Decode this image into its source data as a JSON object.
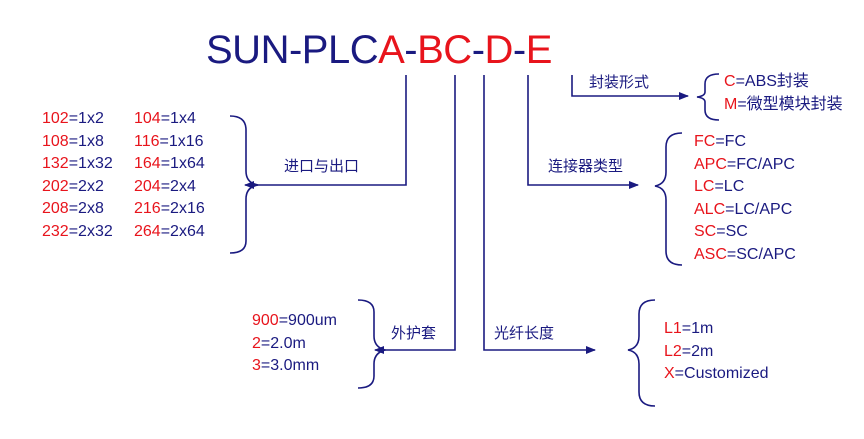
{
  "title": {
    "prefix": "SUN-PLC",
    "A": "A",
    "B": "BC",
    "C": "D",
    "D": "E",
    "dash": "-"
  },
  "labels": {
    "ports": "进口与出口",
    "jacket": "外护套",
    "package": "封装形式",
    "connector": "连接器类型",
    "length": "光纤长度"
  },
  "ports": [
    [
      {
        "code": "102",
        "val": "=1x2"
      },
      {
        "code": "104",
        "val": "=1x4"
      }
    ],
    [
      {
        "code": "108",
        "val": "=1x8"
      },
      {
        "code": "116",
        "val": "=1x16"
      }
    ],
    [
      {
        "code": "132",
        "val": "=1x32"
      },
      {
        "code": "164",
        "val": "=1x64"
      }
    ],
    [
      {
        "code": "202",
        "val": "=2x2"
      },
      {
        "code": "204",
        "val": "=2x4"
      }
    ],
    [
      {
        "code": "208",
        "val": "=2x8"
      },
      {
        "code": "216",
        "val": "=2x16"
      }
    ],
    [
      {
        "code": "232",
        "val": "=2x32"
      },
      {
        "code": "264",
        "val": "=2x64"
      }
    ]
  ],
  "jacket": [
    {
      "code": "900",
      "val": "=900um"
    },
    {
      "code": "2",
      "val": "=2.0m"
    },
    {
      "code": "3",
      "val": "=3.0mm"
    }
  ],
  "package": [
    {
      "code": "C",
      "val": "=ABS封装"
    },
    {
      "code": "M",
      "val": "=微型模块封装"
    }
  ],
  "connector": [
    {
      "code": "FC",
      "val": "=FC"
    },
    {
      "code": "APC",
      "val": "=FC/APC"
    },
    {
      "code": "LC",
      "val": "=LC"
    },
    {
      "code": "ALC",
      "val": "=LC/APC"
    },
    {
      "code": "SC",
      "val": "=SC"
    },
    {
      "code": "ASC",
      "val": "=SC/APC"
    }
  ],
  "length": [
    {
      "code": "L1",
      "val": "=1m"
    },
    {
      "code": "L2",
      "val": "=2m"
    },
    {
      "code": "X",
      "val": "=Customized"
    }
  ],
  "colors": {
    "code": "#e8141c",
    "text": "#1a1a80",
    "line": "#1a1a80"
  }
}
